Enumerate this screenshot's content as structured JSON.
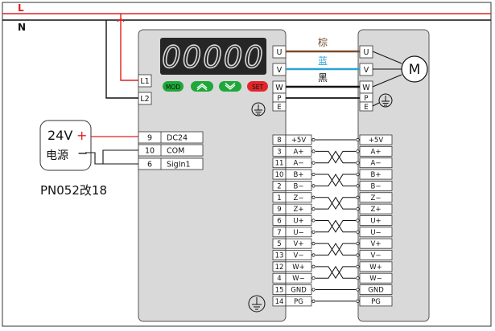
{
  "power": {
    "l_label": "L",
    "n_label": "N"
  },
  "drive": {
    "display_value": "00000",
    "buttons": {
      "mod": "MOD",
      "set": "SET"
    },
    "power_terminals": [
      "L1",
      "L2"
    ],
    "motor_terminals": [
      "U",
      "V",
      "W",
      "P",
      "E"
    ],
    "control_pins": [
      {
        "num": "9",
        "name": "DC24"
      },
      {
        "num": "10",
        "name": "COM"
      },
      {
        "num": "6",
        "name": "SigIn1"
      }
    ],
    "encoder_pins": [
      {
        "num": "8",
        "name": "+5V"
      },
      {
        "num": "3",
        "name": "A+"
      },
      {
        "num": "11",
        "name": "A−"
      },
      {
        "num": "10",
        "name": "B+"
      },
      {
        "num": "2",
        "name": "B−"
      },
      {
        "num": "1",
        "name": "Z−"
      },
      {
        "num": "9",
        "name": "Z+"
      },
      {
        "num": "6",
        "name": "U+"
      },
      {
        "num": "7",
        "name": "U−"
      },
      {
        "num": "5",
        "name": "V+"
      },
      {
        "num": "13",
        "name": "V−"
      },
      {
        "num": "12",
        "name": "W+"
      },
      {
        "num": "4",
        "name": "W−"
      },
      {
        "num": "15",
        "name": "GND"
      },
      {
        "num": "14",
        "name": "PG"
      }
    ]
  },
  "motor": {
    "symbol": "M",
    "terminals": [
      "U",
      "V",
      "W",
      "P",
      "E"
    ],
    "encoder_pins": [
      "+5V",
      "A+",
      "A−",
      "B+",
      "B−",
      "Z−",
      "Z+",
      "U+",
      "U−",
      "V+",
      "V−",
      "W+",
      "W−",
      "GND",
      "PG"
    ]
  },
  "wires": {
    "u_label": "棕",
    "v_label": "蓝",
    "w_label": "黑",
    "u_color": "#7a4a2a",
    "v_color": "#29a3d6",
    "w_color": "#111111"
  },
  "supply": {
    "voltage": "24V",
    "name": "电源",
    "plus": "+",
    "minus": "−"
  },
  "note": "PN052改18",
  "colors": {
    "power_red": "#e02020",
    "panel": "#d9d9d9",
    "display": "#262626",
    "btn_green": "#1ea83a",
    "btn_red": "#e0262a"
  }
}
